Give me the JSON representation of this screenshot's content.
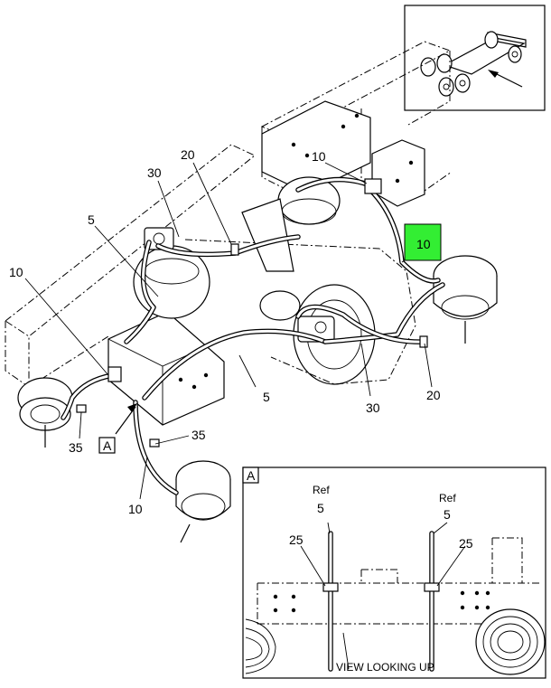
{
  "callouts": {
    "c30_top": "30",
    "c20_top": "20",
    "c10_top": "10",
    "c10_highlight": "10",
    "c5_left": "5",
    "c10_left": "10",
    "c35_left": "35",
    "c5_mid": "5",
    "c35_mid": "35",
    "c10_bottom": "10",
    "c30_right": "30",
    "c20_right": "20",
    "view_letter": "A"
  },
  "detail_view": {
    "letter": "A",
    "ref_left": "Ref",
    "ref_left_num": "5",
    "ref_right": "Ref",
    "ref_right_num": "5",
    "c25_left": "25",
    "c25_right": "25",
    "caption": "VIEW LOOKING UP"
  },
  "colors": {
    "highlight": "#33ee33",
    "ink": "#000000",
    "paper": "#ffffff"
  }
}
